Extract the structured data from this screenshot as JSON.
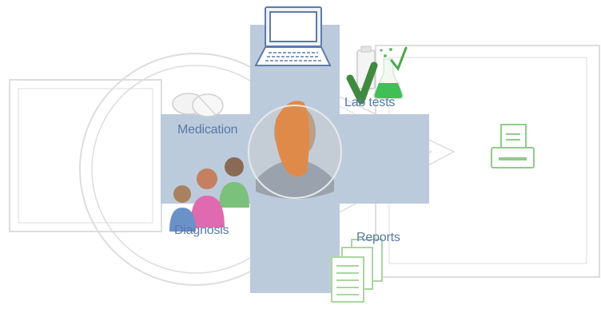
{
  "labels": {
    "medication": "Medication",
    "lab_tests": "Lab tests",
    "diagnosis": "Diagnosis",
    "reports": "Reports"
  },
  "icons": [
    "laptop-icon",
    "pills-icon",
    "lab-flask-icon",
    "checkmark-icon",
    "family-icon",
    "documents-icon",
    "printer-icon",
    "doctor-avatar"
  ],
  "colors": {
    "cross": "#bccbdc",
    "label": "#5a79a6",
    "outline": "#dcdcdc",
    "laptop": "#5f7ba7",
    "green": "#4aa84a",
    "light_green": "#a9d6a0",
    "printer": "#8fcc8a"
  }
}
